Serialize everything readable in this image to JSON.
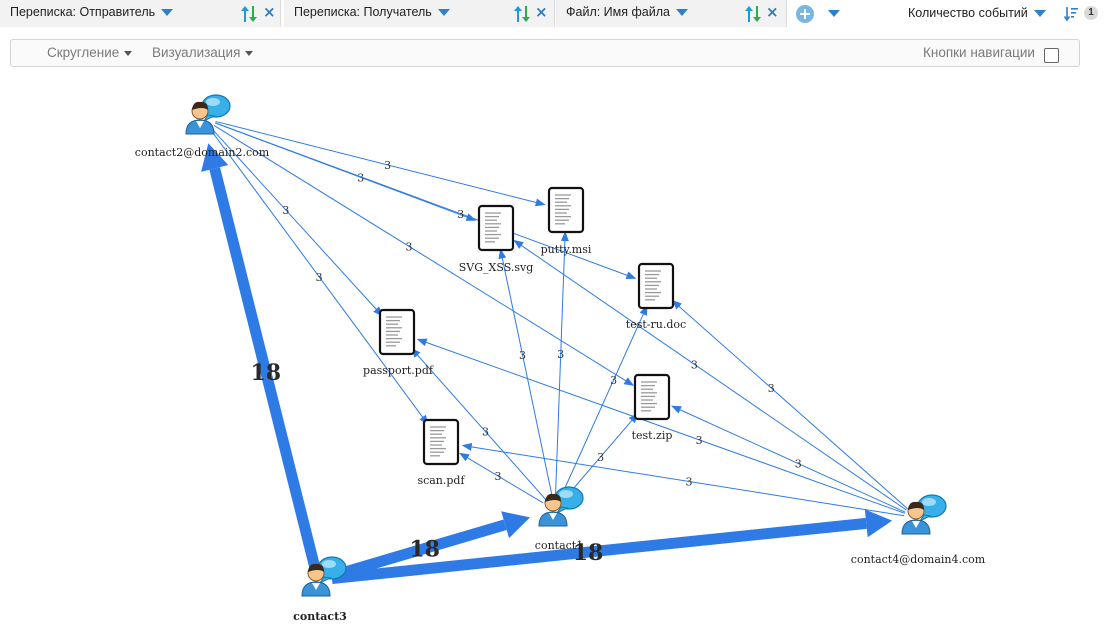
{
  "header": {
    "fields": [
      {
        "label": "Переписка: Отправитель"
      },
      {
        "label": "Переписка: Получатель"
      },
      {
        "label": "Файл: Имя файла"
      }
    ],
    "count_label": "Количество событий",
    "badge": "1"
  },
  "toolbar": {
    "rounding_label": "Скругление",
    "visualization_label": "Визуализация",
    "nav_buttons_label": "Кнопки навигации",
    "nav_buttons_checked": false
  },
  "graph": {
    "colors": {
      "edge": "#2f7be6",
      "node_label": "#222222"
    },
    "nodes": [
      {
        "id": "c2",
        "type": "contact",
        "label": "contact2@domain2.com",
        "bold": false
      },
      {
        "id": "c3",
        "type": "contact",
        "label": "contact3",
        "bold": true
      },
      {
        "id": "c1",
        "type": "contact",
        "label": "contact1",
        "bold": false
      },
      {
        "id": "c4",
        "type": "contact",
        "label": "contact4@domain4.com",
        "bold": false
      },
      {
        "id": "putty",
        "type": "file",
        "label": "putty.msi"
      },
      {
        "id": "svg",
        "type": "file",
        "label": "SVG_XSS.svg"
      },
      {
        "id": "testru",
        "type": "file",
        "label": "test-ru.doc"
      },
      {
        "id": "passport",
        "type": "file",
        "label": "passport.pdf"
      },
      {
        "id": "testzip",
        "type": "file",
        "label": "test.zip"
      },
      {
        "id": "scan",
        "type": "file",
        "label": "scan.pdf"
      }
    ],
    "edges": [
      {
        "from": "c3",
        "to": "c2",
        "weight": "18",
        "thick": true
      },
      {
        "from": "c3",
        "to": "c1",
        "weight": "18",
        "thick": true
      },
      {
        "from": "c3",
        "to": "c4",
        "weight": "18",
        "thick": true
      },
      {
        "from": "c2",
        "to": "putty",
        "weight": "3"
      },
      {
        "from": "c2",
        "to": "svg",
        "weight": "3"
      },
      {
        "from": "c2",
        "to": "testru",
        "weight": "3"
      },
      {
        "from": "c2",
        "to": "passport",
        "weight": "3"
      },
      {
        "from": "c2",
        "to": "testzip",
        "weight": "3"
      },
      {
        "from": "c2",
        "to": "scan",
        "weight": "3"
      },
      {
        "from": "c1",
        "to": "putty",
        "weight": "3"
      },
      {
        "from": "c1",
        "to": "svg",
        "weight": "3"
      },
      {
        "from": "c1",
        "to": "testru",
        "weight": "3"
      },
      {
        "from": "c1",
        "to": "passport",
        "weight": "3"
      },
      {
        "from": "c1",
        "to": "testzip",
        "weight": "3"
      },
      {
        "from": "c1",
        "to": "scan",
        "weight": "3"
      },
      {
        "from": "c4",
        "to": "svg",
        "weight": "3"
      },
      {
        "from": "c4",
        "to": "testru",
        "weight": "3"
      },
      {
        "from": "c4",
        "to": "passport",
        "weight": "3"
      },
      {
        "from": "c4",
        "to": "testzip",
        "weight": "3"
      },
      {
        "from": "c4",
        "to": "scan",
        "weight": "3"
      }
    ]
  }
}
